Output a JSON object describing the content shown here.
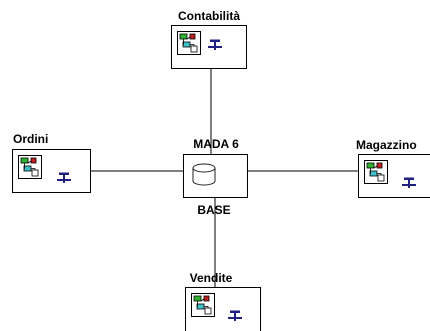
{
  "diagram": {
    "center": {
      "title": "MADA 6",
      "subtitle": "BASE"
    },
    "modules": {
      "top": {
        "label": "Contabilità"
      },
      "left": {
        "label": "Ordini"
      },
      "right": {
        "label": "Magazzino"
      },
      "bottom": {
        "label": "Vendite"
      }
    }
  },
  "icons": {
    "app": "application-window-icon",
    "network": "network-connector-icon",
    "database": "database-cylinder-icon"
  },
  "colors": {
    "icon_green": "#30b030",
    "icon_red": "#c02020",
    "icon_cyan": "#40c0c8",
    "icon_dark": "#202020",
    "icon_navy": "#202080"
  }
}
